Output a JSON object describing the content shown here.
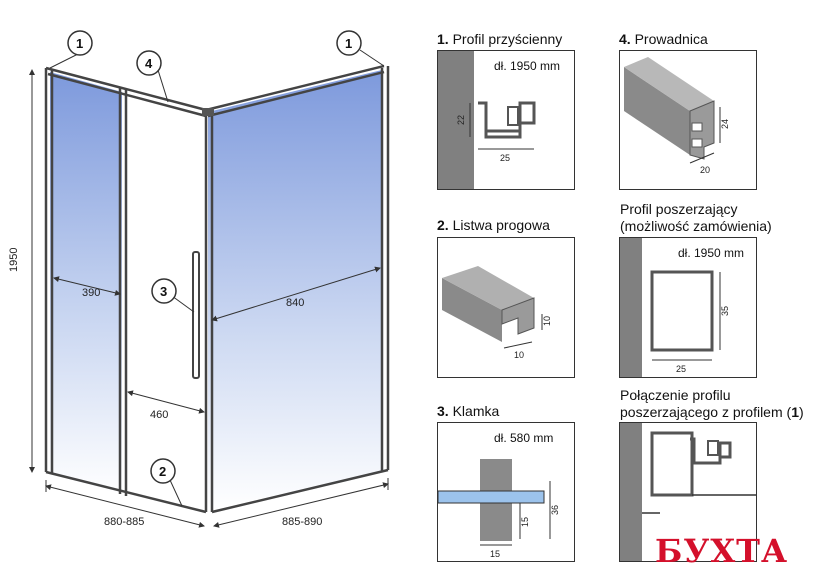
{
  "main_drawing": {
    "callouts": [
      "1",
      "1",
      "4",
      "3",
      "2"
    ],
    "dims": {
      "height": "1950",
      "left_pane": "390",
      "right_pane": "840",
      "door_opening": "460",
      "front_width": "880-885",
      "side_width": "885-890"
    }
  },
  "panels": {
    "p1": {
      "num": "1.",
      "title": "Profil przyścienny",
      "note": "dł. 1950 mm",
      "dims": [
        "22",
        "25"
      ]
    },
    "p2": {
      "num": "2.",
      "title": "Listwa progowa",
      "dims": [
        "10",
        "10"
      ]
    },
    "p3": {
      "num": "3.",
      "title": "Klamka",
      "note": "dł. 580 mm",
      "dims": [
        "36",
        "15",
        "15"
      ]
    },
    "p4": {
      "num": "4.",
      "title": "Prowadnica",
      "dims": [
        "24",
        "20"
      ]
    },
    "p5": {
      "title_line1": "Profil poszerzający",
      "title_line2": "(możliwość zamówienia)",
      "note": "dł. 1950 mm",
      "dims": [
        "35",
        "25"
      ]
    },
    "p6": {
      "title_line1": "Połączenie profilu",
      "title_line2_a": "poszerzającego z profilem (",
      "title_line2_b": "1",
      "title_line2_c": ")"
    }
  },
  "logo": {
    "text": "БУХТА"
  },
  "colors": {
    "glass": "#8ea8e0",
    "profile": "#7f7f7f",
    "handle_bar": "#9cc3ec",
    "logo_red": "#d4102b"
  }
}
